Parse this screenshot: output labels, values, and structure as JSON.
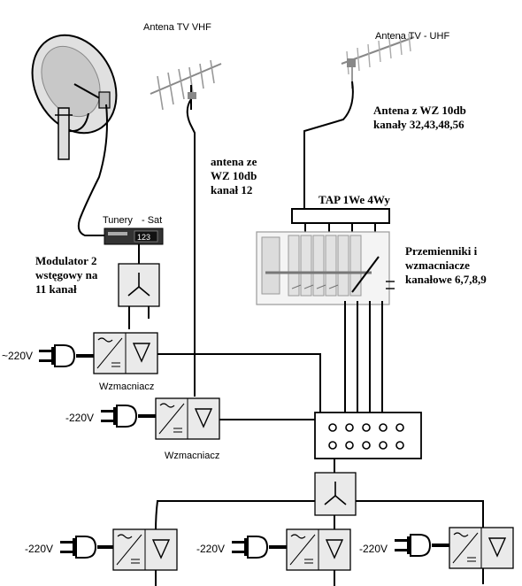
{
  "labels": {
    "antenna_vhf": "Antena TV VHF",
    "antenna_uhf": "Antena TV - UHF",
    "uhf_note_line1": "Antena z WZ 10db",
    "uhf_note_line2": "kanały 32,43,48,56",
    "vhf_note_line1": "antena ze",
    "vhf_note_line2": "WZ 10db",
    "vhf_note_line3": "kanał 12",
    "tap": "TAP 1We 4Wy",
    "converters_line1": "Przemienniki i",
    "converters_line2": "wzmacniacze",
    "converters_line3": "kanałowe 6,7,8,9",
    "tuner_label": "Tunery",
    "sat_label": "- Sat",
    "tuner_display": "123",
    "modulator_line1": "Modulator 2",
    "modulator_line2": "wstęgowy na",
    "modulator_line3": "11 kanał",
    "power_1": "~220V",
    "power_2": "-220V",
    "power_3": "-220V",
    "power_4": "-220V",
    "power_5": "-220V",
    "amp_label_1": "Wzmacniacz",
    "amp_label_2": "Wzmacniacz"
  },
  "icons": [
    "satellite-dish-icon",
    "yagi-antenna-icon",
    "power-plug-icon",
    "splitter-icon",
    "amplifier-icon"
  ]
}
